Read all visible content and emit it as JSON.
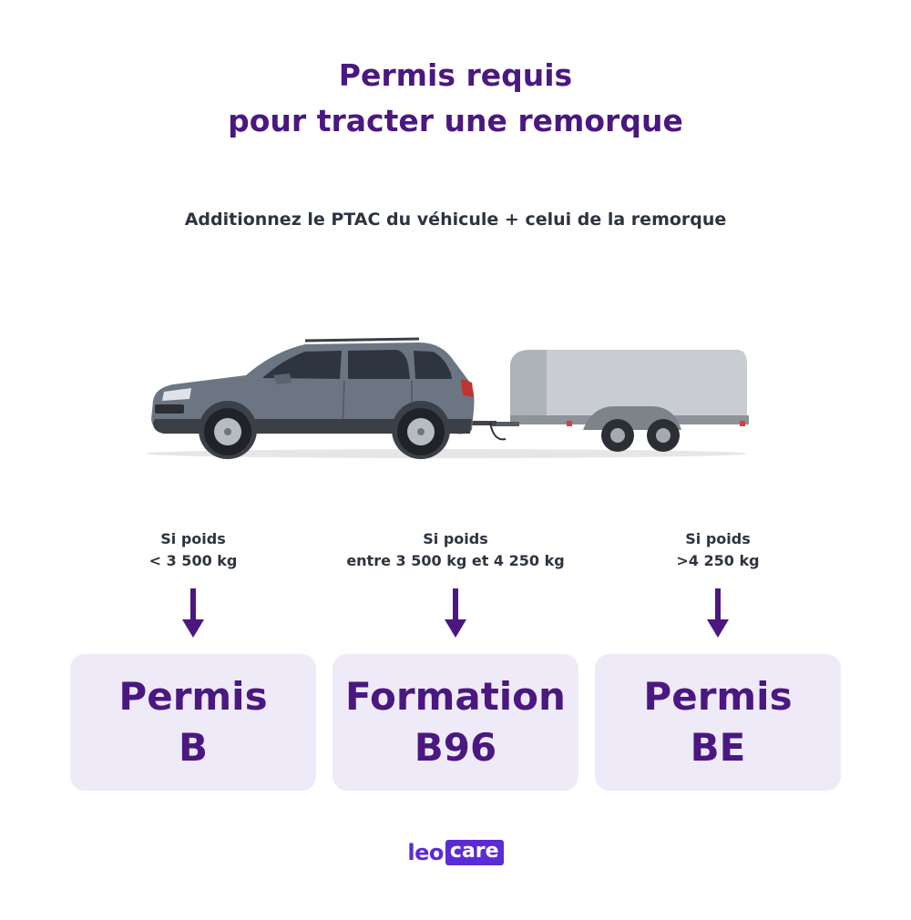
{
  "title": {
    "line1": "Permis requis",
    "line2": "pour tracter une remorque"
  },
  "subtitle": "Additionnez le PTAC du véhicule + celui de la remorque",
  "illustration": {
    "icon": "car-towing-trailer-icon"
  },
  "options": [
    {
      "condition_line1": "Si poids",
      "condition_line2": "< 3 500 kg",
      "result_line1": "Permis",
      "result_line2": "B"
    },
    {
      "condition_line1": "Si poids",
      "condition_line2": "entre 3 500 kg et 4 250 kg",
      "result_line1": "Formation",
      "result_line2": "B96"
    },
    {
      "condition_line1": "Si poids",
      "condition_line2": ">4 250 kg",
      "result_line1": "Permis",
      "result_line2": "BE"
    }
  ],
  "logo": {
    "part1": "leo",
    "part2": "care"
  },
  "colors": {
    "title": "#4a1880",
    "text": "#2d3440",
    "card_bg": "#efeaf8",
    "arrow": "#4a1880",
    "brand": "#5b2bd6"
  }
}
